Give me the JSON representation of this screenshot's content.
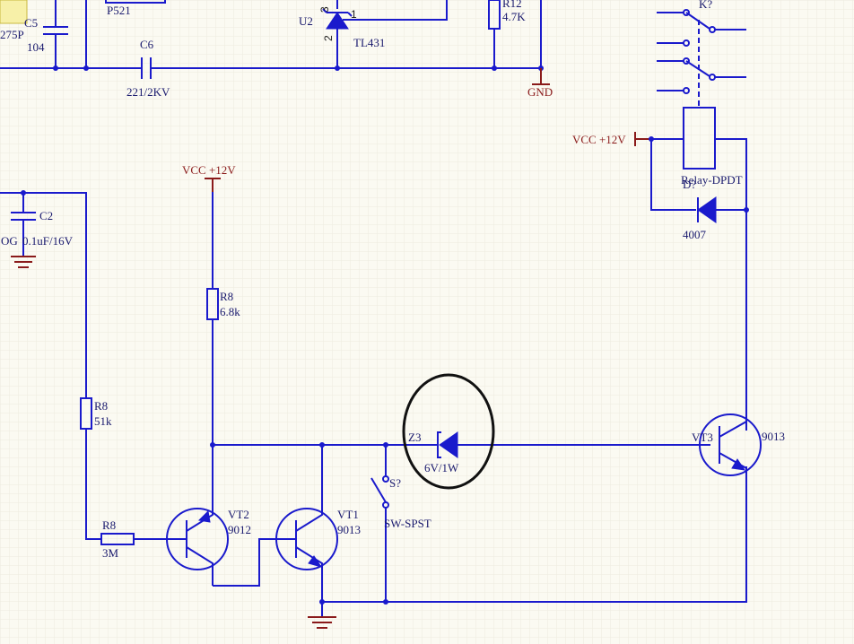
{
  "labels": {
    "c5_name": "C5",
    "c5_value": "104",
    "c5_left": "275P",
    "p521": "P521",
    "u2_name": "U2",
    "u2_pin1": "1",
    "u2_pin2": "2",
    "u2_pin3": "3",
    "tl431": "TL431",
    "r12_name": "R12",
    "r12_value": "4.7K",
    "c6_name": "C6",
    "c6_value": "221/2KV",
    "gnd": "GND",
    "k_name": "K?",
    "vcc_top": "VCC +12V",
    "vcc_relay": "VCC +12V",
    "relay": "Relay-DPDT",
    "d_name": "D?",
    "d_value": "4007",
    "c2_name": "C2",
    "c2_value": "0.1uF/16V",
    "og": "OG",
    "r8_top_name": "R8",
    "r8_top_value": "6.8k",
    "r8_mid_name": "R8",
    "r8_mid_value": "51k",
    "r8_bot_name": "R8",
    "r8_bot_value": "3M",
    "vt2_name": "VT2",
    "vt2_value": "9012",
    "vt1_name": "VT1",
    "vt1_value": "9013",
    "vt3_name": "VT3",
    "vt3_value": "9013",
    "z3_name": "Z3",
    "z3_value": "6V/1W",
    "s_name": "S?",
    "s_value": "SW-SPST"
  },
  "colors": {
    "background": "#fbfaf2",
    "wire": "#1a1acc",
    "power": "#8a1a1a",
    "highlight": "#111111",
    "label": "#1a1a6e"
  }
}
